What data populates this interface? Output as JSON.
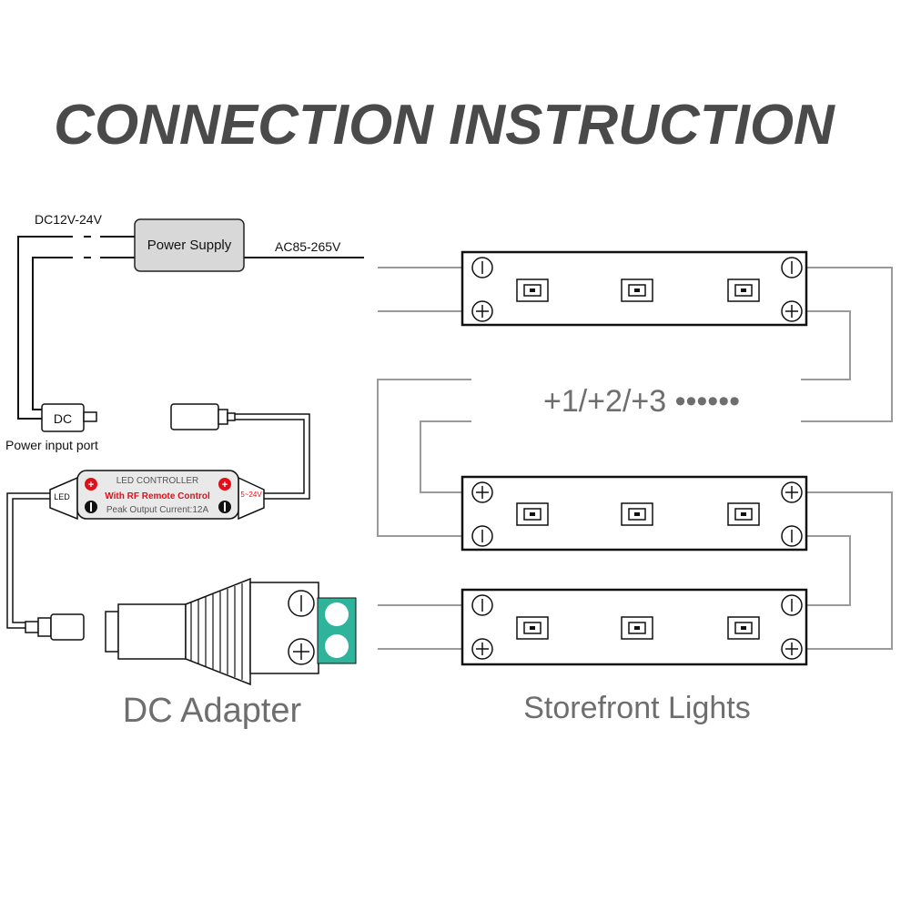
{
  "title": "CONNECTION INSTRUCTION",
  "power": {
    "dc_voltage": "DC12V-24V",
    "supply_label": "Power Supply",
    "ac_voltage": "AC85-265V",
    "dc_label": "DC",
    "port_label": "Power input port"
  },
  "controller": {
    "name": "LED CONTROLLER",
    "rf": "With RF Remote Control",
    "peak": "Peak Output Current:12A",
    "led_label": "LED",
    "volt_label": "5~24V"
  },
  "adapter_label": "DC Adapter",
  "lights_label": "Storefront Lights",
  "repeat_label": "+1/+2/+3 ••••••",
  "colors": {
    "title": "#4a4a4a",
    "wire": "#9a9a9a",
    "dark": "#111111",
    "controller_red": "#e0101a",
    "terminal_green": "#2fb39a",
    "caption": "#6e6e6e"
  }
}
